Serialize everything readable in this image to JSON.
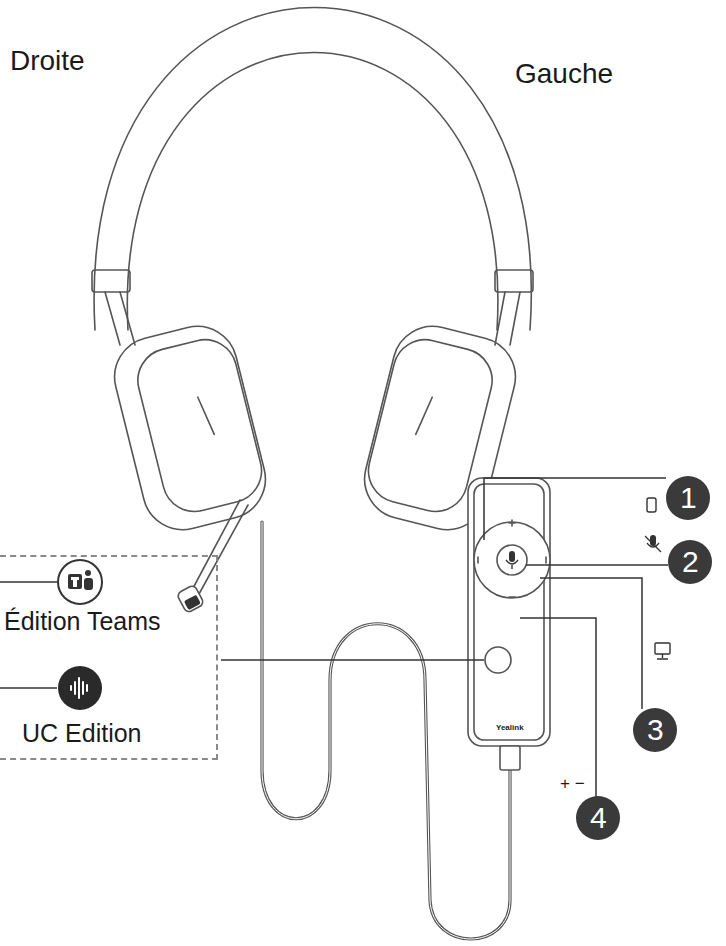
{
  "diagram": {
    "nodes": [
      {
        "text": [
          "Édition Teams",
          "UC Edition"
        ]
      }
    ],
    "labels": [
      "Droite",
      "Gauche",
      "1",
      "2",
      "3",
      "4",
      "+ −",
      "Yealink"
    ]
  }
}
